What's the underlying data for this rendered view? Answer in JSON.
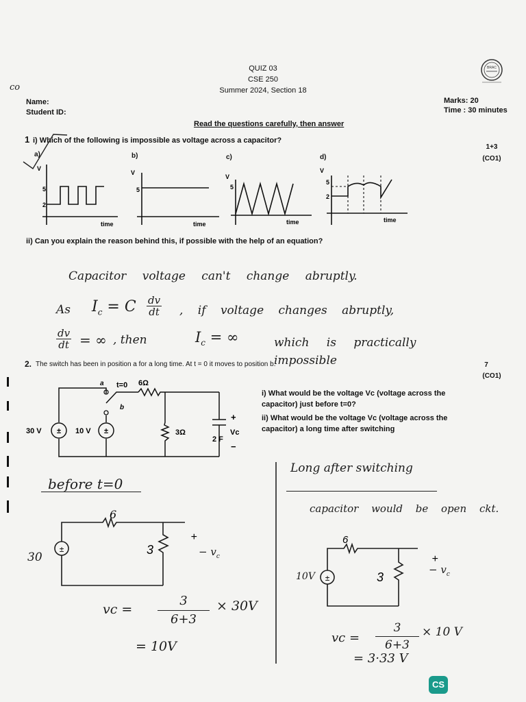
{
  "header": {
    "quiz": "QUIZ 03",
    "course": "CSE 250",
    "term": "Summer 2024, Section 18",
    "name_label": "Name:",
    "student_id_label": "Student ID:",
    "marks": "Marks: 20",
    "time": "Time : 30 minutes",
    "instruction": "Read the questions carefully, then answer",
    "logo_text": "BRAC"
  },
  "q1": {
    "number": "1",
    "part_i": "i) Which of the following is impossible as voltage across a capacitor?",
    "marks": "1+3",
    "co": "(CO1)",
    "options": [
      "a)",
      "b)",
      "c)",
      "d)"
    ],
    "axis_v": "V",
    "axis_time": "time",
    "tick_5": "5",
    "tick_2": "2",
    "part_ii": "ii) Can you explain the reason behind this, if possible with the help of an equation?",
    "answer_line1": "Capacitor voltage can't change abruptly.",
    "answer_line2_a": "As",
    "answer_line2_b": ", if voltage changes abruptly,",
    "answer_line3_b": ", then",
    "answer_line3_c": "which is practically impossible"
  },
  "q2": {
    "text_a": "2.",
    "text_b": "The switch has been in position a for a long time. At t = 0 it moves to position b.",
    "marks": "7",
    "co": "(CO1)",
    "sub_i": "i) What would be the voltage Vc (voltage across the capacitor) just before t=0?",
    "sub_ii": "ii) What would be the voltage Vc (voltage across the capacitor) a long time after switching",
    "circuit": {
      "t0": "t=0",
      "a": "a",
      "b": "b",
      "r1": "6Ω",
      "r2": "3Ω",
      "cap": "2 F",
      "src1": "30 V",
      "src2": "10 V",
      "plus": "+",
      "minus": "−",
      "vc": "Vc"
    },
    "ans_before_title": "before t=0",
    "ans_after_title": "Long after switching",
    "ans_after_note": "capacitor would be open ckt.",
    "before_r": "6",
    "before_r2": "3",
    "before_src": "30",
    "after_src": "10V",
    "vc_label": "vc",
    "before_eq_lhs": "vc =",
    "before_num": "3",
    "before_den": "6+3",
    "before_mult": "× 30V",
    "before_result": "= 10V",
    "after_eq_lhs": "vc =",
    "after_num": "3",
    "after_den": "6+3",
    "after_mult": "× 10 V",
    "after_result": "= 3·33 V"
  },
  "badge": "CS"
}
